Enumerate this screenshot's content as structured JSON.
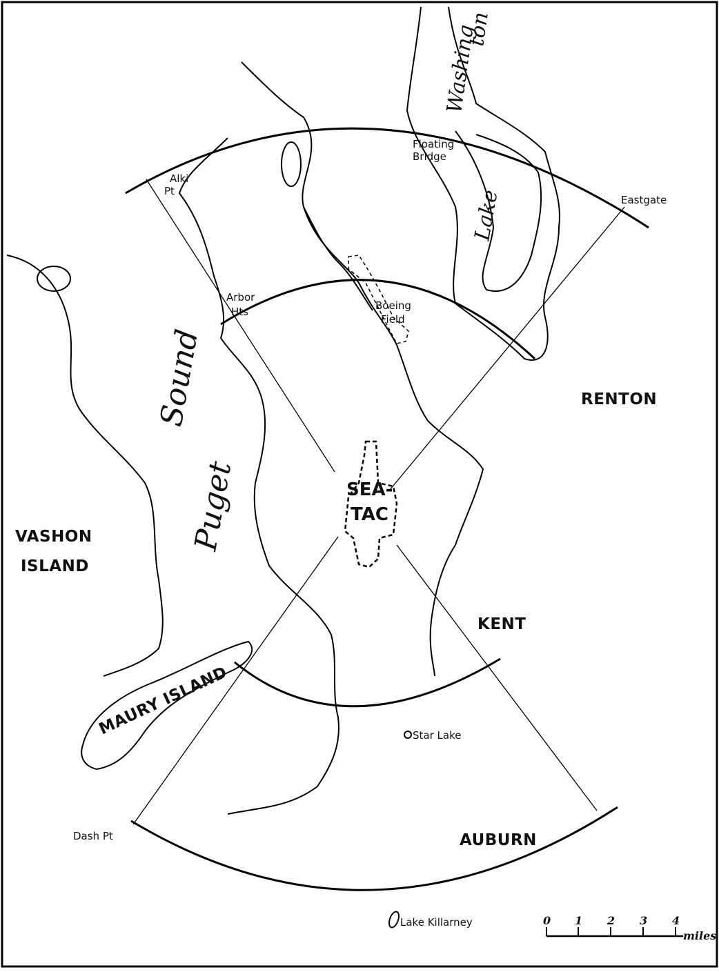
{
  "places": {
    "vashon_island_line1": "VASHON",
    "vashon_island_line2": "ISLAND",
    "maury_island": "MAURY ISLAND",
    "renton": "RENTON",
    "kent": "KENT",
    "auburn": "AUBURN",
    "seatac_line1": "SEA-",
    "seatac_line2": "TAC",
    "alki_pt_line1": "Alki",
    "alki_pt_line2": "Pt",
    "arbor_hts_line1": "Arbor",
    "arbor_hts_line2": "Hts",
    "boeing_field_line1": "Boeing",
    "boeing_field_line2": "Field",
    "floating_bridge_line1": "Floating",
    "floating_bridge_line2": "Bridge",
    "eastgate": "Eastgate",
    "star_lake": "Star Lake",
    "dash_pt": "Dash Pt",
    "lake_killarney": "Lake Killarney"
  },
  "water": {
    "puget_word1": "Puget",
    "puget_word2": "Sound",
    "lake_washington_word1": "Lake",
    "lake_washington_word2": "Washing",
    "lake_washington_word3": "ton"
  },
  "scale_bar": {
    "ticks": [
      "0",
      "1",
      "2",
      "3",
      "4"
    ],
    "unit": "miles"
  }
}
